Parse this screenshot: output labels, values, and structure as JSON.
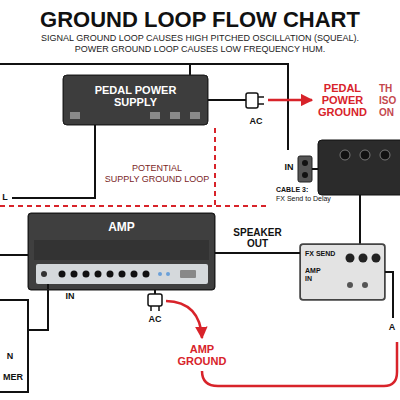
{
  "diagram": {
    "title": "GROUND LOOP FLOW CHART",
    "nodes": [
      {
        "text": [
          "PEDAL POWER SUPPLY"
        ]
      },
      {
        "text": [
          "AMP"
        ]
      },
      {
        "text": [
          "FX SEND",
          "AMP IN"
        ]
      }
    ],
    "edges": [
      {
        "from": 1,
        "to": 2,
        "label": "SPEAKER OUT",
        "arrow": "none"
      }
    ],
    "labels": [
      "SIGNAL GROUND LOOP CAUSES HIGH PITCHED OSCILLATION (SQUEAL).",
      "POWER GROUND LOOP CAUSES LOW FREQUENCY HUM.",
      "AC",
      "PEDAL POWER GROUND",
      "TH",
      "ISO",
      "ON",
      "POTENTIAL",
      "SUPPLY GROUND LOOP",
      "L",
      "IN",
      "CABLE 3:",
      "FX Send to Delay",
      "IN",
      "AC",
      "AMP GROUND",
      "A",
      "N",
      "MER"
    ]
  }
}
